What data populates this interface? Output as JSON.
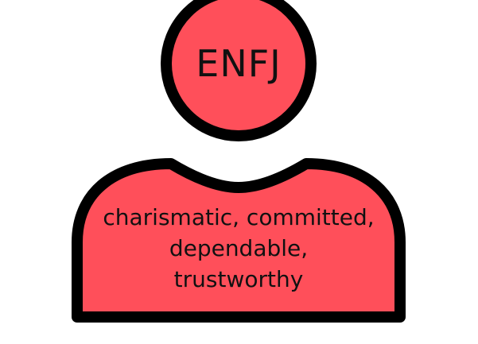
{
  "person": {
    "type_label": "ENFJ",
    "traits": [
      "charismatic, committed,",
      "dependable,",
      "trustworthy"
    ]
  },
  "colors": {
    "fill": "#ff4f5a",
    "outline": "#000000",
    "background": "#ffffff"
  },
  "icon": "person-silhouette-icon"
}
